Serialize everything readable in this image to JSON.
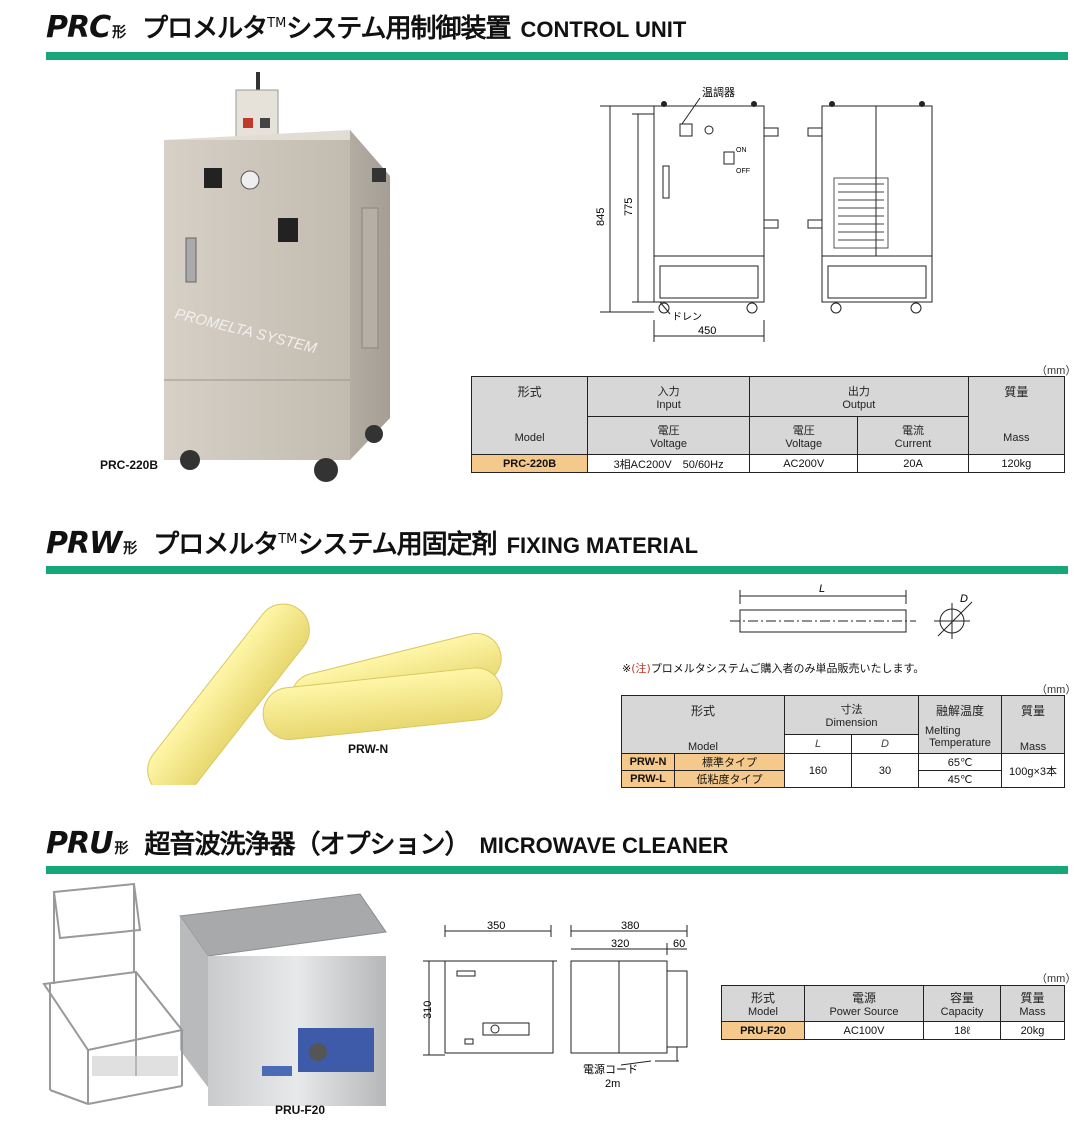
{
  "sections": {
    "prc": {
      "code": "PRC",
      "kata": "形",
      "jp_pre": "プロメルタ",
      "tm": "TM",
      "jp_post": "システム用制御装置",
      "en": "CONTROL UNIT"
    },
    "prw": {
      "code": "PRW",
      "kata": "形",
      "jp_pre": "プロメルタ",
      "tm": "TM",
      "jp_post": "システム用固定剤",
      "en": "FIXING MATERIAL"
    },
    "pru": {
      "code": "PRU",
      "kata": "形",
      "jp_pre": "超音波洗浄器（オプション）",
      "en": "MICROWAVE CLEANER"
    }
  },
  "prc": {
    "photo_label": "PRC-220B",
    "photo_text": "PROMELTA SYSTEM",
    "diagram": {
      "temp_controller": "温調器",
      "on": "ON",
      "off": "OFF",
      "drain": "ドレン",
      "dim_845": "845",
      "dim_775": "775",
      "dim_450": "450"
    },
    "unit": "（mm）",
    "table": {
      "model_jp": "形式",
      "model_en": "Model",
      "input_jp": "入力",
      "input_en": "Input",
      "output_jp": "出力",
      "output_en": "Output",
      "mass_jp": "質量",
      "mass_en": "Mass",
      "voltage_jp": "電圧",
      "voltage_en": "Voltage",
      "current_jp": "電流",
      "current_en": "Current",
      "row": {
        "model": "PRC-220B",
        "input": "3相AC200V　50/60Hz",
        "out_v": "AC200V",
        "out_a": "20A",
        "mass": "120kg"
      }
    }
  },
  "prw": {
    "photo_label": "PRW-N",
    "diagram": {
      "L": "L",
      "D": "D"
    },
    "note_pre": "※",
    "note_red": "(注)",
    "note_post": "プロメルタシステムご購入者のみ単品販売いたします。",
    "unit": "（mm）",
    "table": {
      "model_jp": "形式",
      "model_en": "Model",
      "dim_jp": "寸法",
      "dim_en": "Dimension",
      "L": "L",
      "D": "D",
      "melt_jp": "融解温度",
      "melt_en1": "Melting",
      "melt_en2": "Temperature",
      "mass_jp": "質量",
      "mass_en": "Mass",
      "rows": [
        {
          "model": "PRW-N",
          "type": "標準タイプ",
          "temp": "65℃"
        },
        {
          "model": "PRW-L",
          "type": "低粘度タイプ",
          "temp": "45℃"
        }
      ],
      "L_val": "160",
      "D_val": "30",
      "mass": "100g×3本"
    }
  },
  "pru": {
    "photo_label": "PRU-F20",
    "diagram": {
      "w350": "350",
      "w380": "380",
      "w320": "320",
      "w60": "60",
      "h310": "310",
      "cord": "電源コード",
      "cord_len": "2m"
    },
    "unit": "（mm）",
    "table": {
      "model_jp": "形式",
      "model_en": "Model",
      "power_jp": "電源",
      "power_en": "Power Source",
      "cap_jp": "容量",
      "cap_en": "Capacity",
      "mass_jp": "質量",
      "mass_en": "Mass",
      "row": {
        "model": "PRU-F20",
        "power": "AC100V",
        "cap": "18ℓ",
        "mass": "20kg"
      }
    }
  }
}
